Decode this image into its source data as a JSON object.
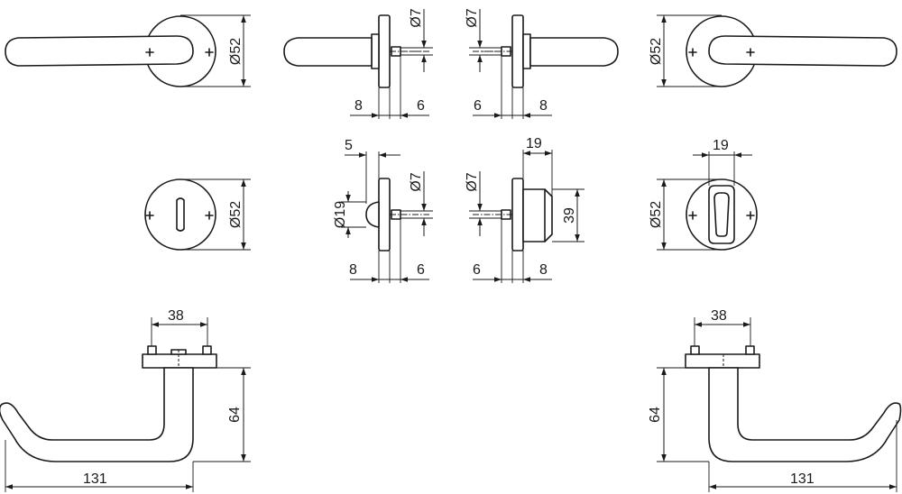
{
  "dimensions": {
    "rose_diameter": "Ø52",
    "spindle_diameter": "Ø7",
    "rose_thickness": "8",
    "spindle_offset": "6",
    "turn_button_offset": "5",
    "turn_button_diameter": "Ø19",
    "cylinder_width": "19",
    "cylinder_height": "39",
    "fixing_spacing": "38",
    "handle_drop": "64",
    "handle_length": "131"
  }
}
